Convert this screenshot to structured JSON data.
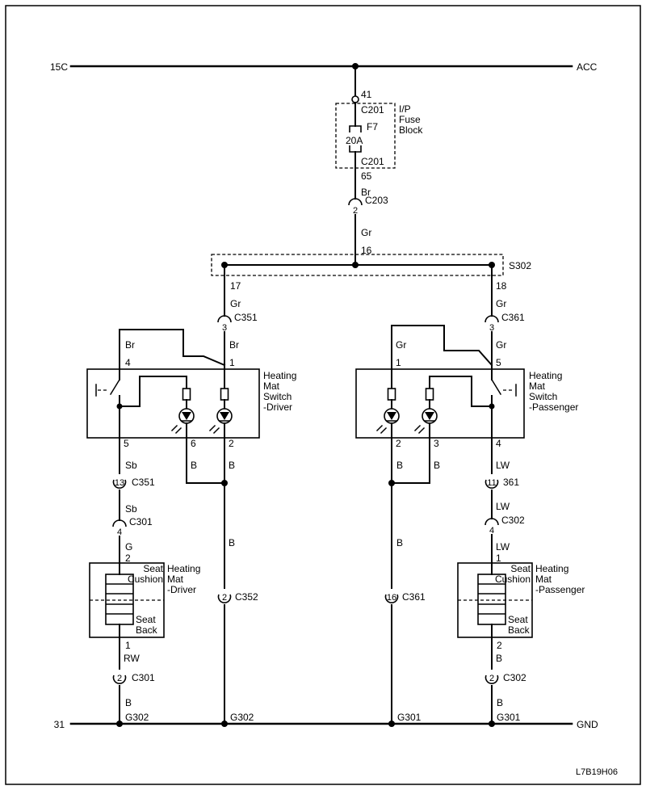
{
  "rails": {
    "top_left": "15C",
    "top_right": "ACC",
    "bottom_left": "31",
    "bottom_right": "GND"
  },
  "doc_code": "L7B19H06",
  "fuse_block": {
    "label": [
      "I/P",
      "Fuse",
      "Block"
    ],
    "pin_top": "41",
    "conn_top": "C201",
    "fuse_id": "F7",
    "fuse_rating": "20A",
    "conn_bottom": "C201",
    "pin_bottom": "65",
    "wire": "Br"
  },
  "c203": {
    "pin": "2",
    "label": "C203",
    "wire_below": "Gr",
    "pin_below": "16"
  },
  "s302": {
    "label": "S302"
  },
  "driver": {
    "splice_pin": "17",
    "splice_wire": "Gr",
    "c351": {
      "pin": "3",
      "label": "C351"
    },
    "sw_left_wire": "Br",
    "sw_left_pin": "4",
    "sw_right_wire": "Br",
    "sw_right_pin": "1",
    "switch_label": [
      "Heating",
      "Mat",
      "Switch",
      "-Driver"
    ],
    "sw_out_pins": [
      "5",
      "6",
      "2"
    ],
    "wire_sb_1": "Sb",
    "c351_13": {
      "pin": "13",
      "label": "C351"
    },
    "wire_sb_2": "Sb",
    "c301_4": {
      "pin": "4",
      "label": "C301"
    },
    "wire_g": "G",
    "mat_pin_in": "2",
    "mat_label": [
      "Heating",
      "Mat",
      "-Driver"
    ],
    "seat_cushion": [
      "Seat",
      "Cushion"
    ],
    "seat_back": [
      "Seat",
      "Back"
    ],
    "mat_pin_out": "1",
    "wire_rw": "RW",
    "c301_2": {
      "pin": "2",
      "label": "C301"
    },
    "wire_b_gnd": "B",
    "gnd_left": "G302",
    "wire_b_6": "B",
    "wire_b_2": "B",
    "wire_b_mid": "B",
    "c352": {
      "pin": "2",
      "label": "C352"
    },
    "gnd_mid": "G302"
  },
  "passenger": {
    "splice_pin": "18",
    "splice_wire": "Gr",
    "c361": {
      "pin": "3",
      "label": "C361"
    },
    "sw_left_wire": "Gr",
    "sw_left_pin": "1",
    "sw_right_wire": "Gr",
    "sw_right_pin": "5",
    "switch_label": [
      "Heating",
      "Mat",
      "Switch",
      "-Passenger"
    ],
    "sw_out_pins": [
      "2",
      "3",
      "4"
    ],
    "wire_b_2": "B",
    "wire_b_3": "B",
    "wire_b_mid": "B",
    "c361_16": {
      "pin": "16",
      "label": "C361"
    },
    "gnd_left": "G301",
    "wire_lw_1": "LW",
    "conn_11": {
      "pin": "11",
      "label": "361"
    },
    "wire_lw_2": "LW",
    "c302_4": {
      "pin": "4",
      "label": "C302"
    },
    "wire_lw_3": "LW",
    "mat_pin_in": "1",
    "mat_label": [
      "Heating",
      "Mat",
      "-Passenger"
    ],
    "seat_cushion": [
      "Seat",
      "Cushion"
    ],
    "seat_back": [
      "Seat",
      "Back"
    ],
    "mat_pin_out": "2",
    "wire_b_out": "B",
    "c302_2": {
      "pin": "2",
      "label": "C302"
    },
    "wire_b_gnd": "B",
    "gnd_right": "G301"
  }
}
